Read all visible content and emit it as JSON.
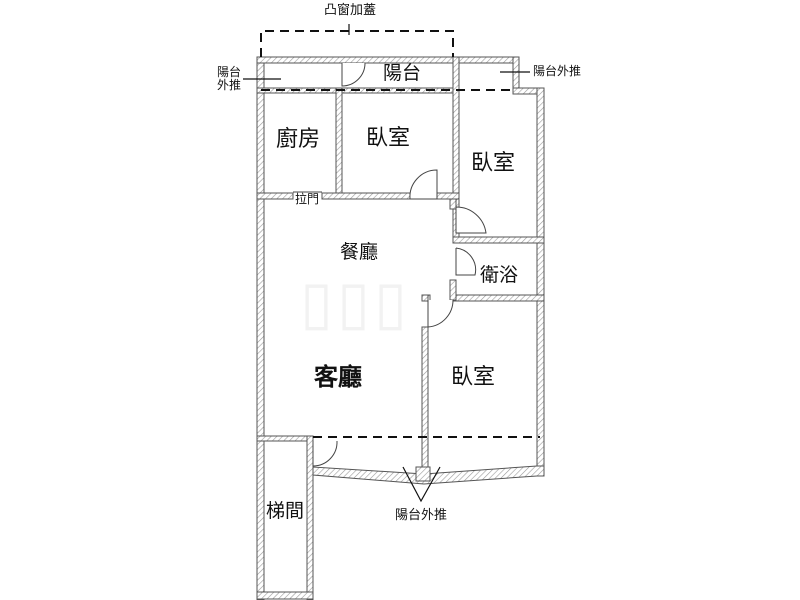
{
  "rooms": {
    "kitchen": "廚房",
    "bedroom_top": "臥室",
    "bedroom_right": "臥室",
    "bedroom_bottom": "臥室",
    "dining": "餐廳",
    "living": "客廳",
    "bathroom": "衛浴",
    "stairs": "梯間",
    "balcony": "陽台"
  },
  "annotations": {
    "bay_window_cover": "凸窗加蓋",
    "balcony_push_out_left": "陽台外推",
    "balcony_push_out_right": "陽台外推",
    "balcony_push_out_bottom": "陽台外推",
    "sliding_door": "拉門"
  },
  "colors": {
    "wall_outline": "#555555",
    "hatch": "#9a9a9a",
    "dashed_line": "#111111"
  }
}
